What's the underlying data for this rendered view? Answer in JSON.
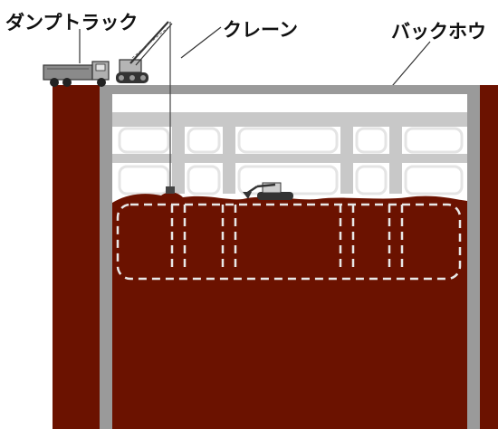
{
  "labels": {
    "dump_truck": "ダンプトラック",
    "crane": "クレーン",
    "backhoe": "バックホウ"
  },
  "colors": {
    "soil": "#6b1200",
    "wall": "#9a9a9a",
    "strut": "#c8c8c8",
    "outline": "#dedede",
    "dashed": "#e8e8e8",
    "text": "#111111"
  },
  "icons": [
    "dump-truck-icon",
    "crane-icon",
    "backhoe-icon"
  ]
}
